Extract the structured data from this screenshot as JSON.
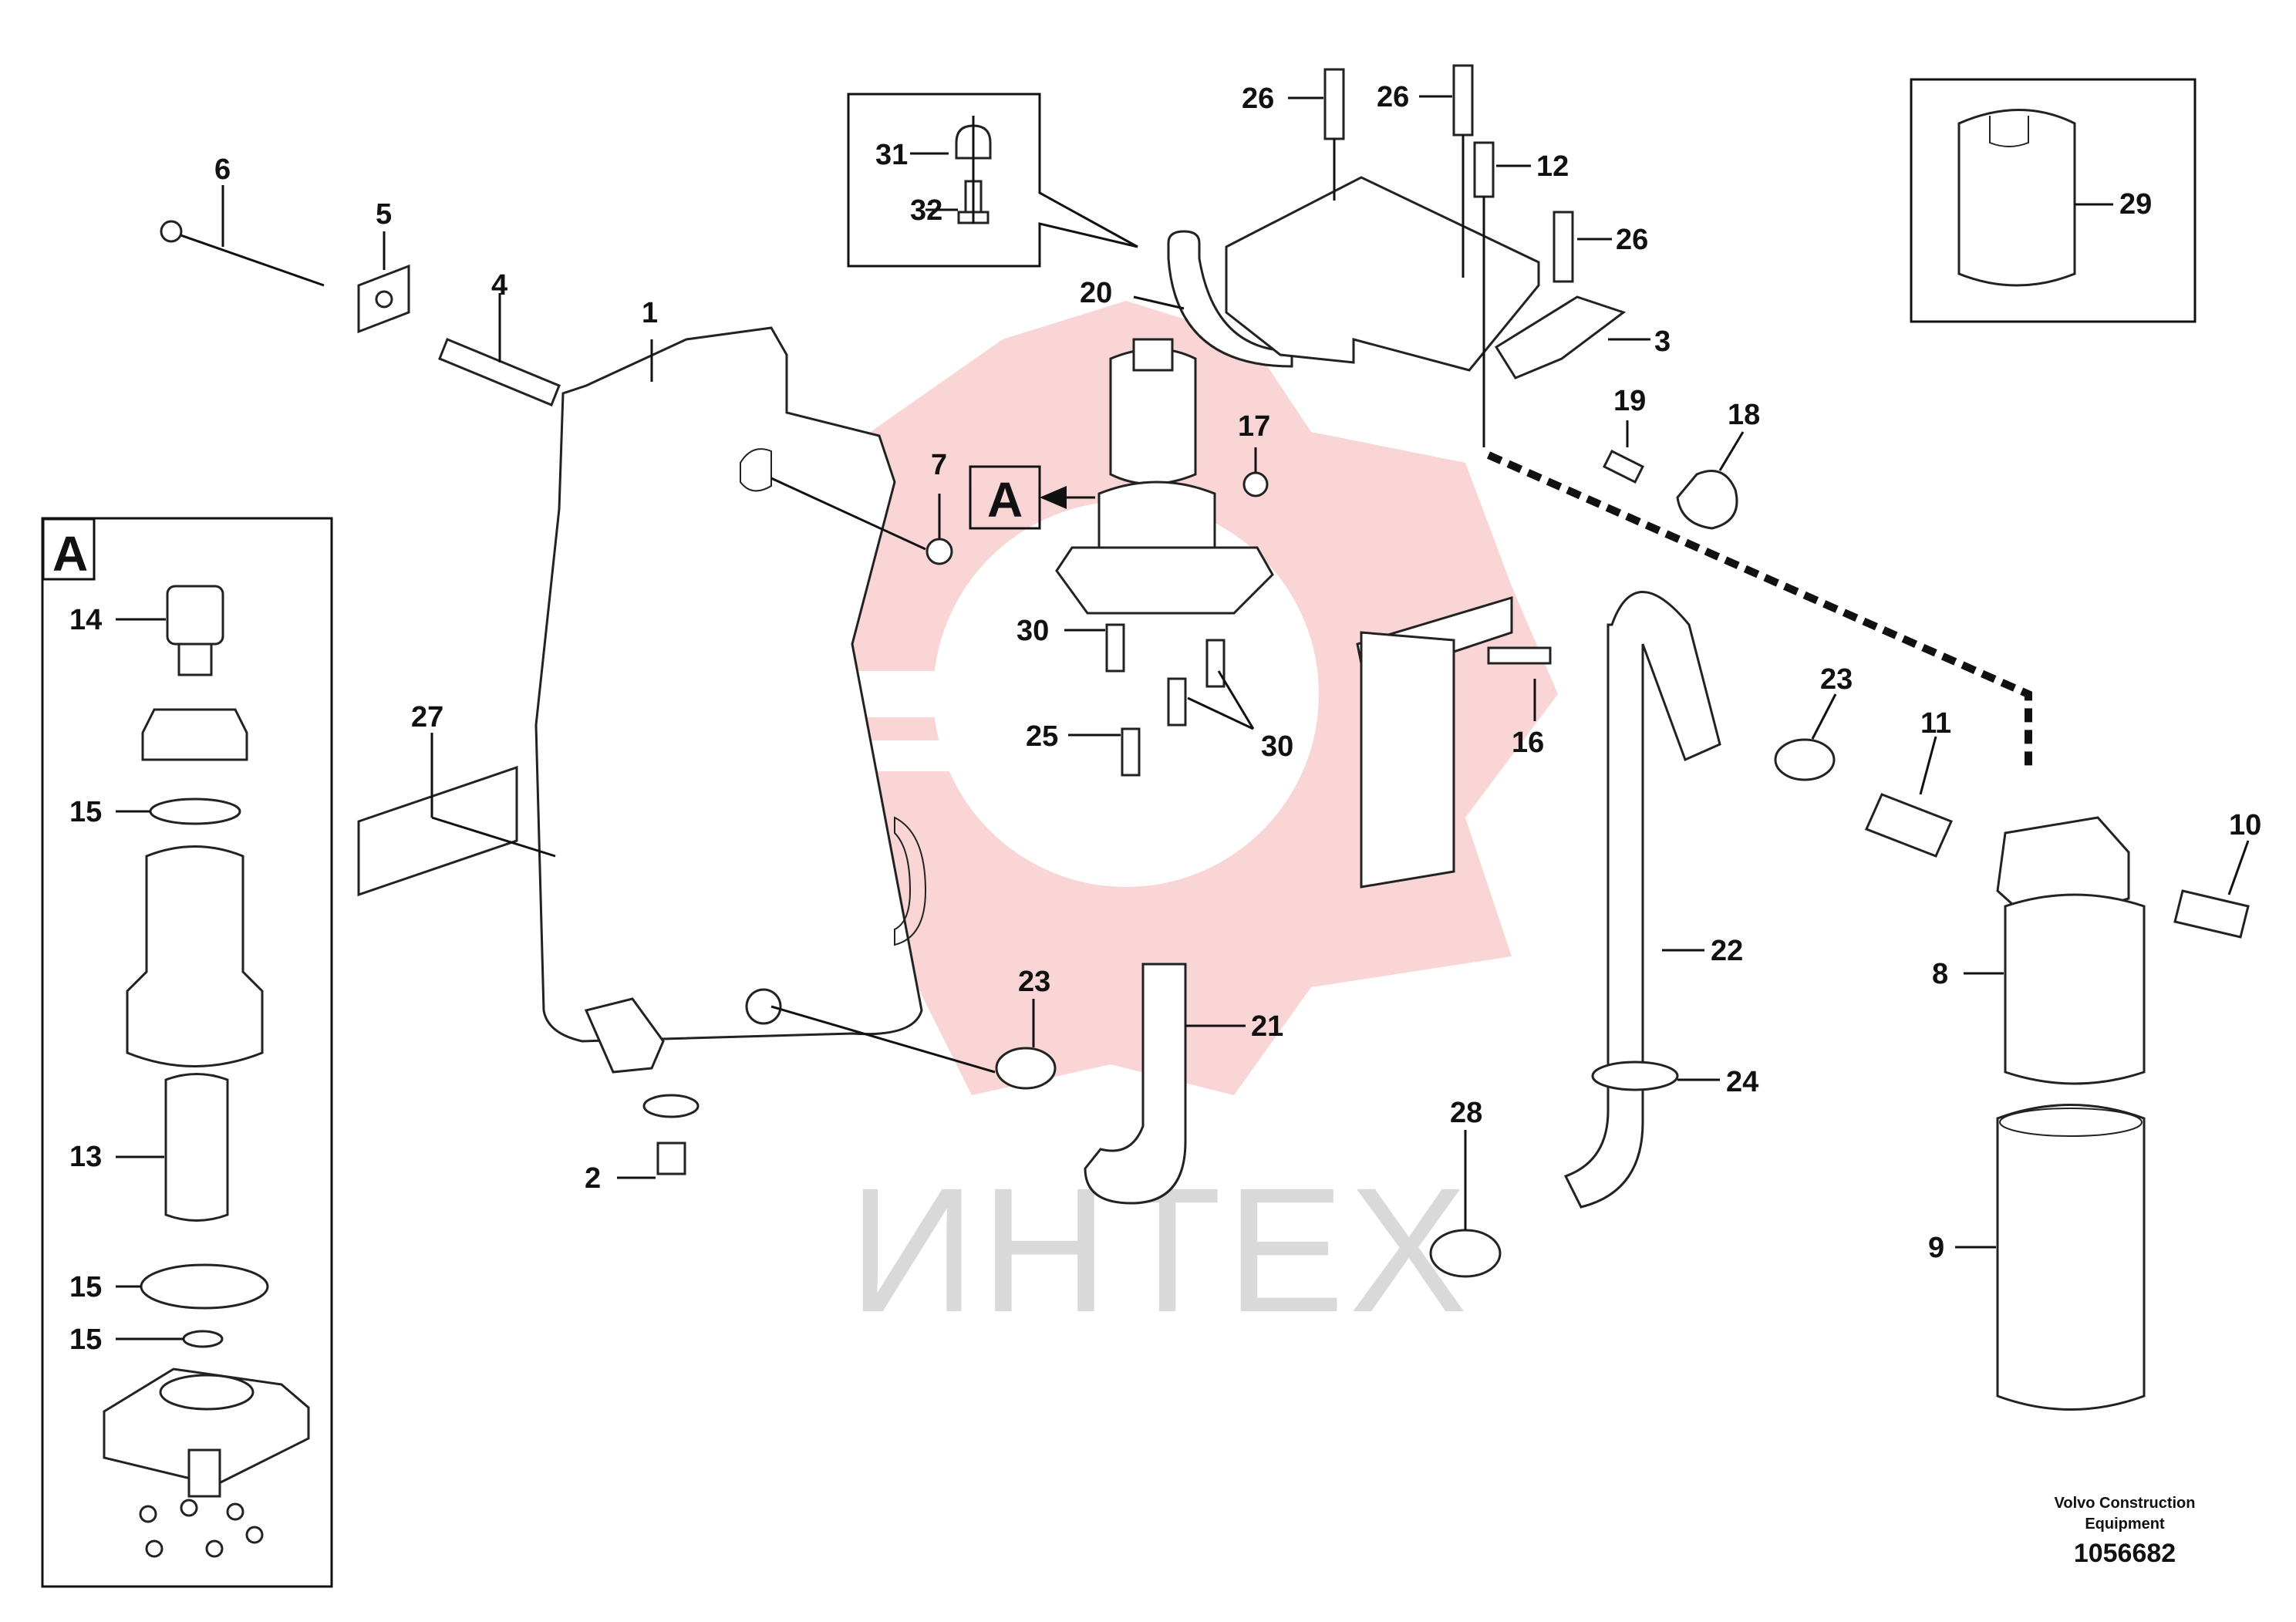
{
  "watermark": {
    "text": "ИНТЕХ",
    "color": "#f5b3b3"
  },
  "inset_a": {
    "label": "A"
  },
  "detail_a_label": "A",
  "footer": {
    "credit_line1": "Volvo Construction",
    "credit_line2": "Equipment",
    "drawing_number": "1056682"
  },
  "callouts": {
    "c1": "1",
    "c2": "2",
    "c3": "3",
    "c4": "4",
    "c5": "5",
    "c6": "6",
    "c7": "7",
    "c8": "8",
    "c9": "9",
    "c10": "10",
    "c11": "11",
    "c12": "12",
    "c13": "13",
    "c14": "14",
    "c15a": "15",
    "c15b": "15",
    "c15c": "15",
    "c16": "16",
    "c17": "17",
    "c18": "18",
    "c19": "19",
    "c20": "20",
    "c21": "21",
    "c22": "22",
    "c23a": "23",
    "c23b": "23",
    "c24": "24",
    "c25": "25",
    "c26a": "26",
    "c26b": "26",
    "c26c": "26",
    "c27": "27",
    "c28": "28",
    "c29": "29",
    "c30a": "30",
    "c30b": "30",
    "c31": "31",
    "c32": "32"
  }
}
